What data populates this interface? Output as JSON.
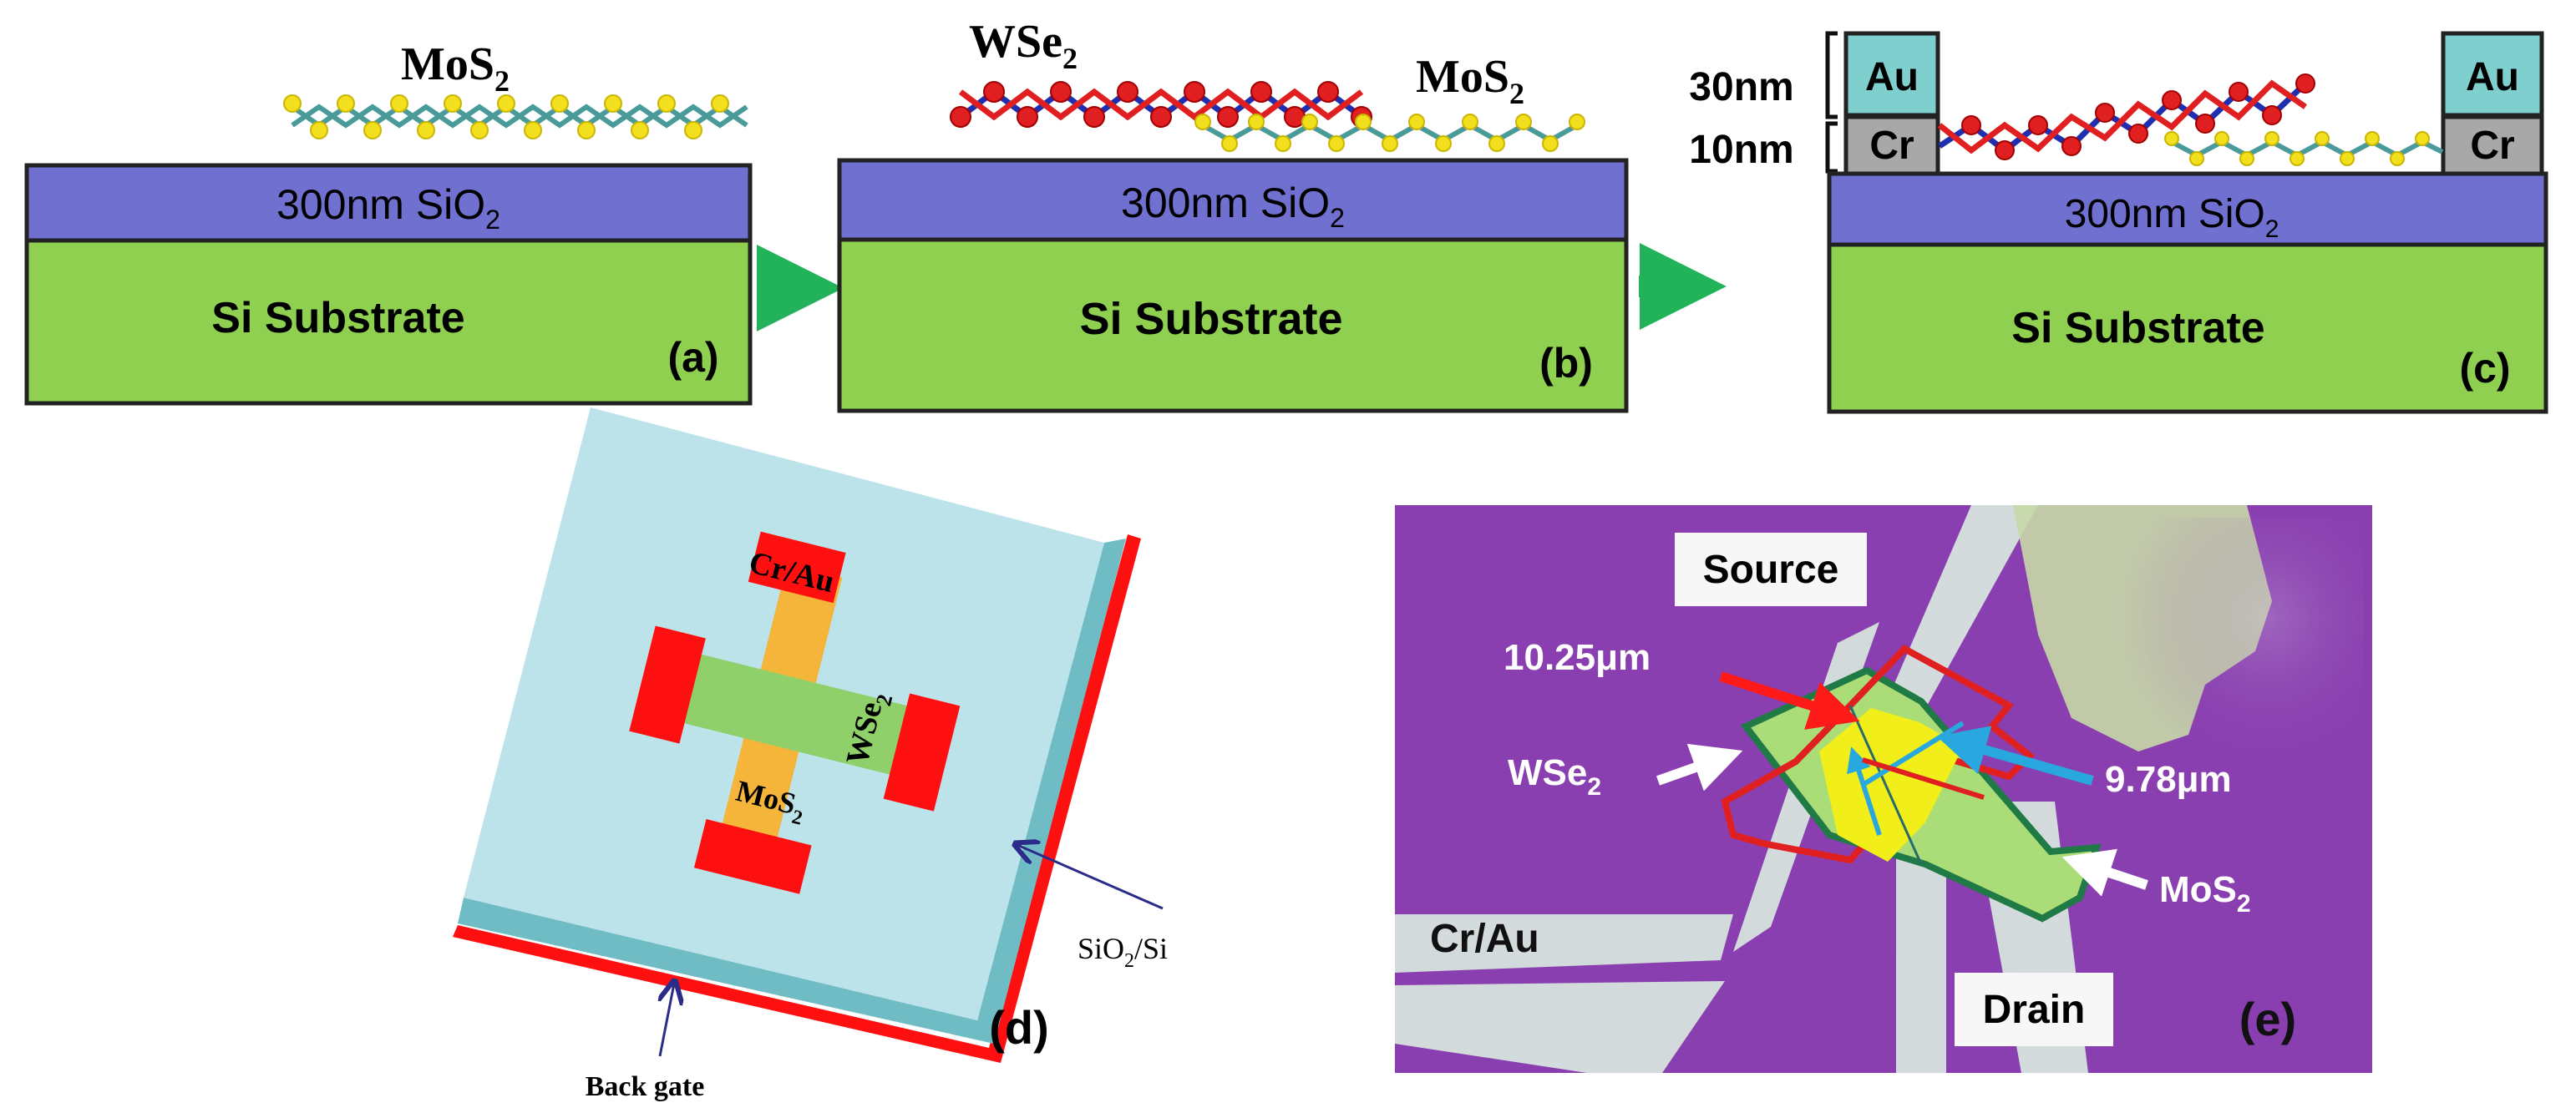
{
  "panel_a": {
    "label": "(a)",
    "material": "MoS",
    "material_sub": "2",
    "oxide": "300nm SiO",
    "oxide_sub": "2",
    "substrate": "Si Substrate"
  },
  "panel_b": {
    "label": "(b)",
    "material1": "WSe",
    "material1_sub": "2",
    "material2": "MoS",
    "material2_sub": "2",
    "oxide": "300nm SiO",
    "oxide_sub": "2",
    "substrate": "Si Substrate"
  },
  "panel_c": {
    "label": "(c)",
    "au": "Au",
    "cr": "Cr",
    "au_thickness": "30nm",
    "cr_thickness": "10nm",
    "oxide": "300nm SiO",
    "oxide_sub": "2",
    "substrate": "Si Substrate"
  },
  "panel_d": {
    "label": "(d)",
    "electrode": "Cr/Au",
    "flake1": "WSe",
    "flake1_sub": "2",
    "flake2": "MoS",
    "flake2_sub": "2",
    "substrate": "SiO",
    "substrate_sub": "2",
    "substrate_suffix": "/Si",
    "gate": "Back gate"
  },
  "panel_e": {
    "label": "(e)",
    "source": "Source",
    "drain": "Drain",
    "electrode": "Cr/Au",
    "length1": "10.25μm",
    "length2": "9.78μm",
    "flake1": "WSe",
    "flake1_sub": "2",
    "flake2": "MoS",
    "flake2_sub": "2"
  },
  "colors": {
    "oxide": "#7070d0",
    "substrate": "#90d050",
    "arrow": "#22b35a",
    "au": "#7fcfcf",
    "cr": "#a8a8a8",
    "electrode_red": "#ff1010",
    "wse2_flake": "#8fd06a",
    "mos2_flake": "#f5b43a",
    "board": "#bde3ea",
    "board_edge": "#6fbcc4",
    "micrograph": "#8a3fb0",
    "wse2_outline": "#e02020",
    "mos2_outline": "#1f7a45",
    "overlap": "#f2ee1a",
    "blue_arrow": "#29a8e0"
  }
}
